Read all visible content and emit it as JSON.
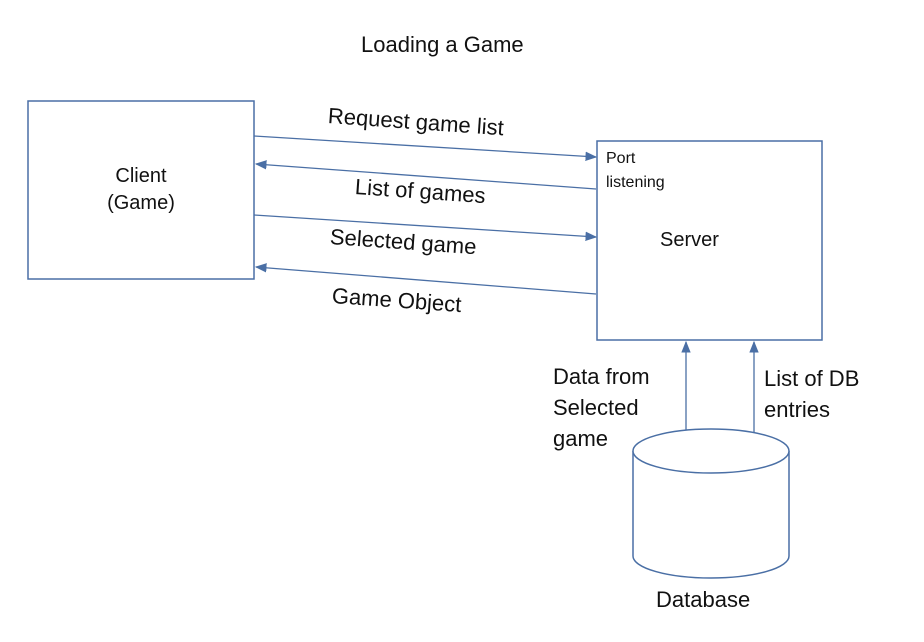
{
  "title": "Loading a Game",
  "nodes": {
    "client": {
      "line1": "Client",
      "line2": "(Game)"
    },
    "server": {
      "label": "Server",
      "port_line1": "Port",
      "port_line2": "listening"
    },
    "database": {
      "label": "Database"
    }
  },
  "edges": {
    "request_game_list": "Request game list",
    "list_of_games": "List of games",
    "selected_game": "Selected game",
    "game_object": "Game Object",
    "data_from_selected_game": {
      "line1": "Data from",
      "line2": "Selected",
      "line3": "game"
    },
    "list_of_db_entries": {
      "line1": "List of DB",
      "line2": "entries"
    }
  },
  "colors": {
    "stroke": "#4a6fa5",
    "text": "#111111",
    "background": "#ffffff"
  }
}
